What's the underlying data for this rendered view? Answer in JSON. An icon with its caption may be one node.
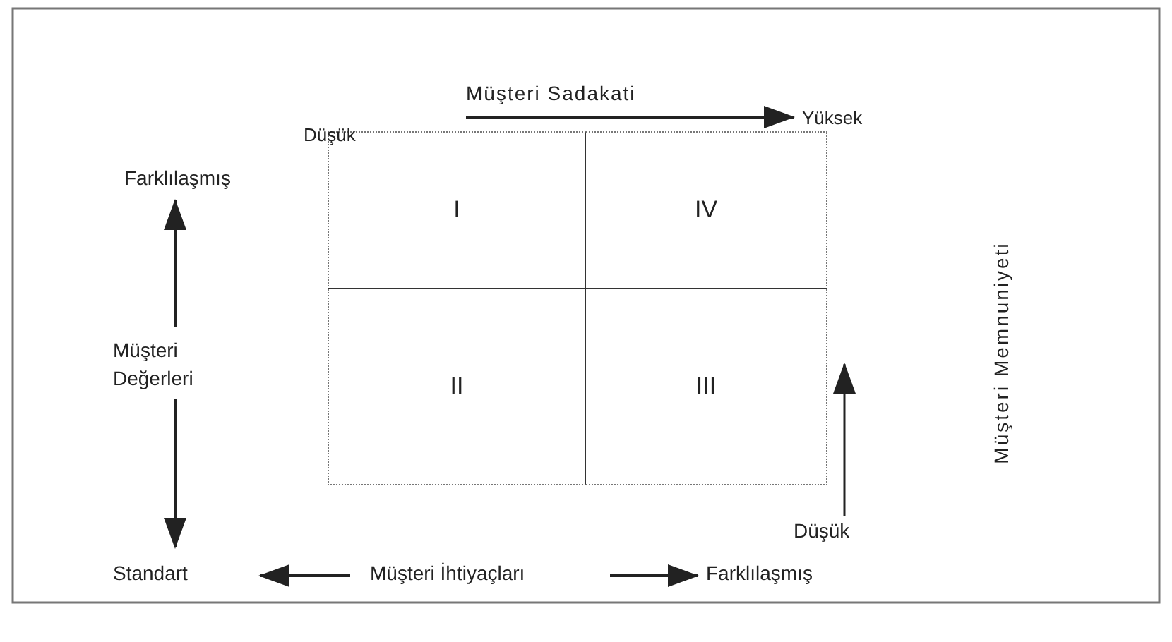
{
  "diagram": {
    "nodes": [
      {
        "text": [
          "I"
        ]
      },
      {
        "text": [
          "IV"
        ]
      },
      {
        "text": [
          "II"
        ]
      },
      {
        "text": [
          "III"
        ]
      }
    ],
    "labels": [
      "Müşteri Sadakati",
      "Düşük",
      "Yüksek",
      "Farklılaşmış",
      "Müşteri Memnuniyeti",
      "Müşteri Değerleri",
      "Düşük",
      "Standart",
      "Müşteri İhtiyaçları",
      "Farklılaşmış"
    ]
  }
}
